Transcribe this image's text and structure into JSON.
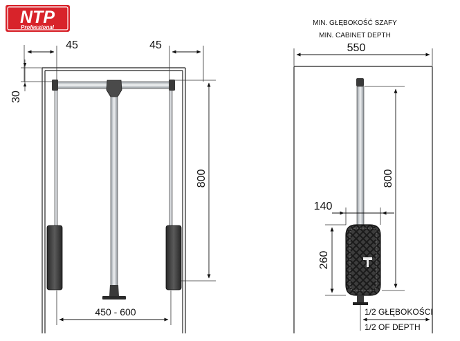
{
  "brand": {
    "logo_text": "NTP",
    "logo_sub": "Professional",
    "logo_color": "#d8232a"
  },
  "front_view": {
    "dim_left_offset": "45",
    "dim_right_offset": "45",
    "dim_top_gap": "30",
    "dim_height": "800",
    "dim_width_range": "450 - 600"
  },
  "side_view": {
    "caption_pl": "MIN. GŁĘBOKOŚĆ SZAFY",
    "caption_en": "MIN. CABINET DEPTH",
    "dim_depth": "550",
    "dim_height": "800",
    "dim_box_width": "140",
    "dim_box_height": "260",
    "half_depth_pl": "1/2 GŁĘBOKOŚCI",
    "half_depth_en": "1/2 OF DEPTH"
  },
  "colors": {
    "line": "#222222",
    "bar_grey": "#c9cdd1",
    "dark_part": "#3a3a3a",
    "accent": "#d8232a"
  }
}
